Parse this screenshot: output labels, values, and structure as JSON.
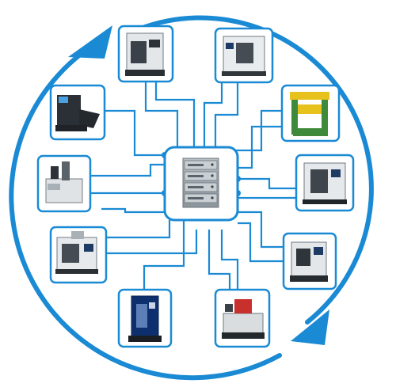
{
  "colors": {
    "accent": "#1a8ad4",
    "background": "#ffffff",
    "box_border": "#1a8ad4",
    "server_body": "#9aa4ab",
    "server_slot": "#5a646c"
  },
  "diagram": {
    "center": {
      "icon": "server-rack-icon"
    },
    "machines": [
      {
        "id": "vertical-machining-center-top",
        "icon": "cnc-vertical-machining-center-icon"
      },
      {
        "id": "cnc-machine-top-right",
        "icon": "cnc-enclosed-machine-icon"
      },
      {
        "id": "cnc-lathe-left",
        "icon": "cnc-lathe-icon"
      },
      {
        "id": "hydraulic-press-right",
        "icon": "hydraulic-press-icon"
      },
      {
        "id": "edm-machine-left",
        "icon": "edm-machine-icon"
      },
      {
        "id": "machining-center-right",
        "icon": "cnc-machining-center-icon"
      },
      {
        "id": "cnc-mill-left",
        "icon": "cnc-mill-icon"
      },
      {
        "id": "machine-tool-right-lower",
        "icon": "multi-axis-machine-icon"
      },
      {
        "id": "vertical-center-bottom-left",
        "icon": "vertical-cnc-center-icon"
      },
      {
        "id": "gantry-machine-bottom-right",
        "icon": "gantry-machine-icon"
      }
    ],
    "cycle": {
      "icon": "circular-arrows-icon",
      "direction": "clockwise"
    }
  }
}
